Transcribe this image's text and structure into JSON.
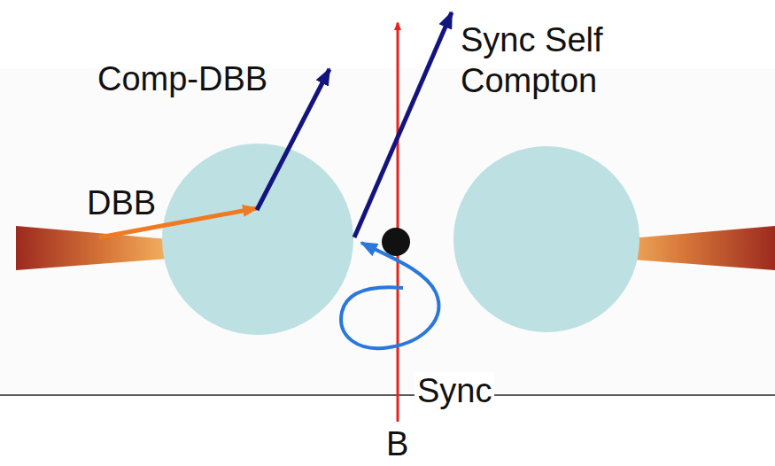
{
  "diagram": {
    "labels": [
      "Comp-DBB",
      "DBB",
      "Sync Self Compton",
      "Sync",
      "B"
    ]
  }
}
